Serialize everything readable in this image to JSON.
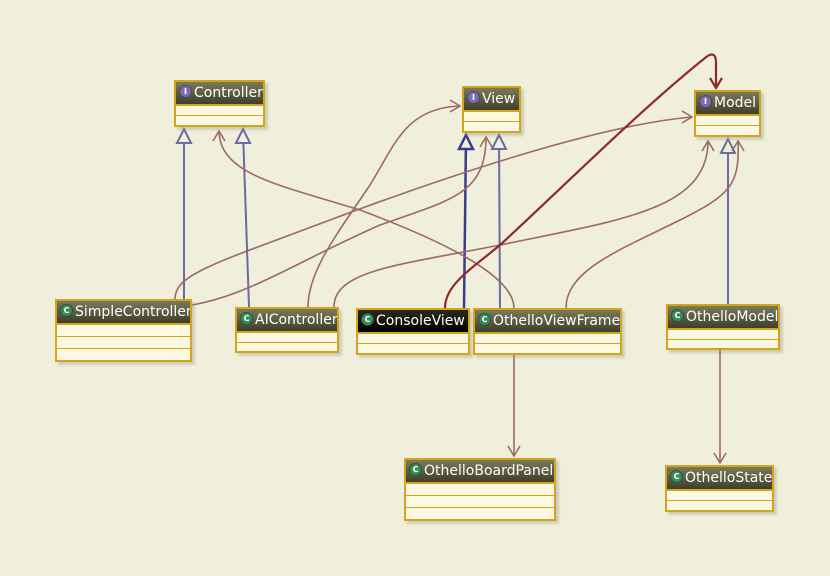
{
  "colors": {
    "background": "#efefdc",
    "box_border": "#d4a51c",
    "realization": "#6b6ba0",
    "dependency": "#9c6a62",
    "dependency_selected": "#8b2b2b"
  },
  "nodes": {
    "controller": {
      "kind": "interface",
      "marker": "I",
      "label": "Controller"
    },
    "view": {
      "kind": "interface",
      "marker": "I",
      "label": "View"
    },
    "model": {
      "kind": "interface",
      "marker": "I",
      "label": "Model"
    },
    "simple_controller": {
      "kind": "class",
      "marker": "C",
      "label": "SimpleController"
    },
    "ai_controller": {
      "kind": "class",
      "marker": "C",
      "label": "AIController"
    },
    "console_view": {
      "kind": "class",
      "marker": "C",
      "label": "ConsoleView",
      "selected": true
    },
    "othello_view_frame": {
      "kind": "class",
      "marker": "C",
      "label": "OthelloViewFrame"
    },
    "othello_model": {
      "kind": "class",
      "marker": "C",
      "label": "OthelloModel"
    },
    "othello_board_panel": {
      "kind": "class",
      "marker": "C",
      "label": "OthelloBoardPanel"
    },
    "othello_state": {
      "kind": "class",
      "marker": "C",
      "label": "OthelloState"
    }
  },
  "edges": [
    {
      "from": "simple_controller",
      "to": "controller",
      "type": "realization"
    },
    {
      "from": "ai_controller",
      "to": "controller",
      "type": "realization"
    },
    {
      "from": "console_view",
      "to": "view",
      "type": "realization"
    },
    {
      "from": "othello_view_frame",
      "to": "view",
      "type": "realization"
    },
    {
      "from": "othello_model",
      "to": "model",
      "type": "realization"
    },
    {
      "from": "simple_controller",
      "to": "model",
      "type": "dependency"
    },
    {
      "from": "simple_controller",
      "to": "view",
      "type": "dependency"
    },
    {
      "from": "ai_controller",
      "to": "view",
      "type": "dependency"
    },
    {
      "from": "ai_controller",
      "to": "model",
      "type": "dependency"
    },
    {
      "from": "othello_view_frame",
      "to": "controller",
      "type": "dependency"
    },
    {
      "from": "othello_view_frame",
      "to": "model",
      "type": "dependency"
    },
    {
      "from": "console_view",
      "to": "model",
      "type": "dependency"
    },
    {
      "from": "othello_view_frame",
      "to": "othello_board_panel",
      "type": "dependency"
    },
    {
      "from": "othello_model",
      "to": "othello_state",
      "type": "dependency"
    }
  ]
}
